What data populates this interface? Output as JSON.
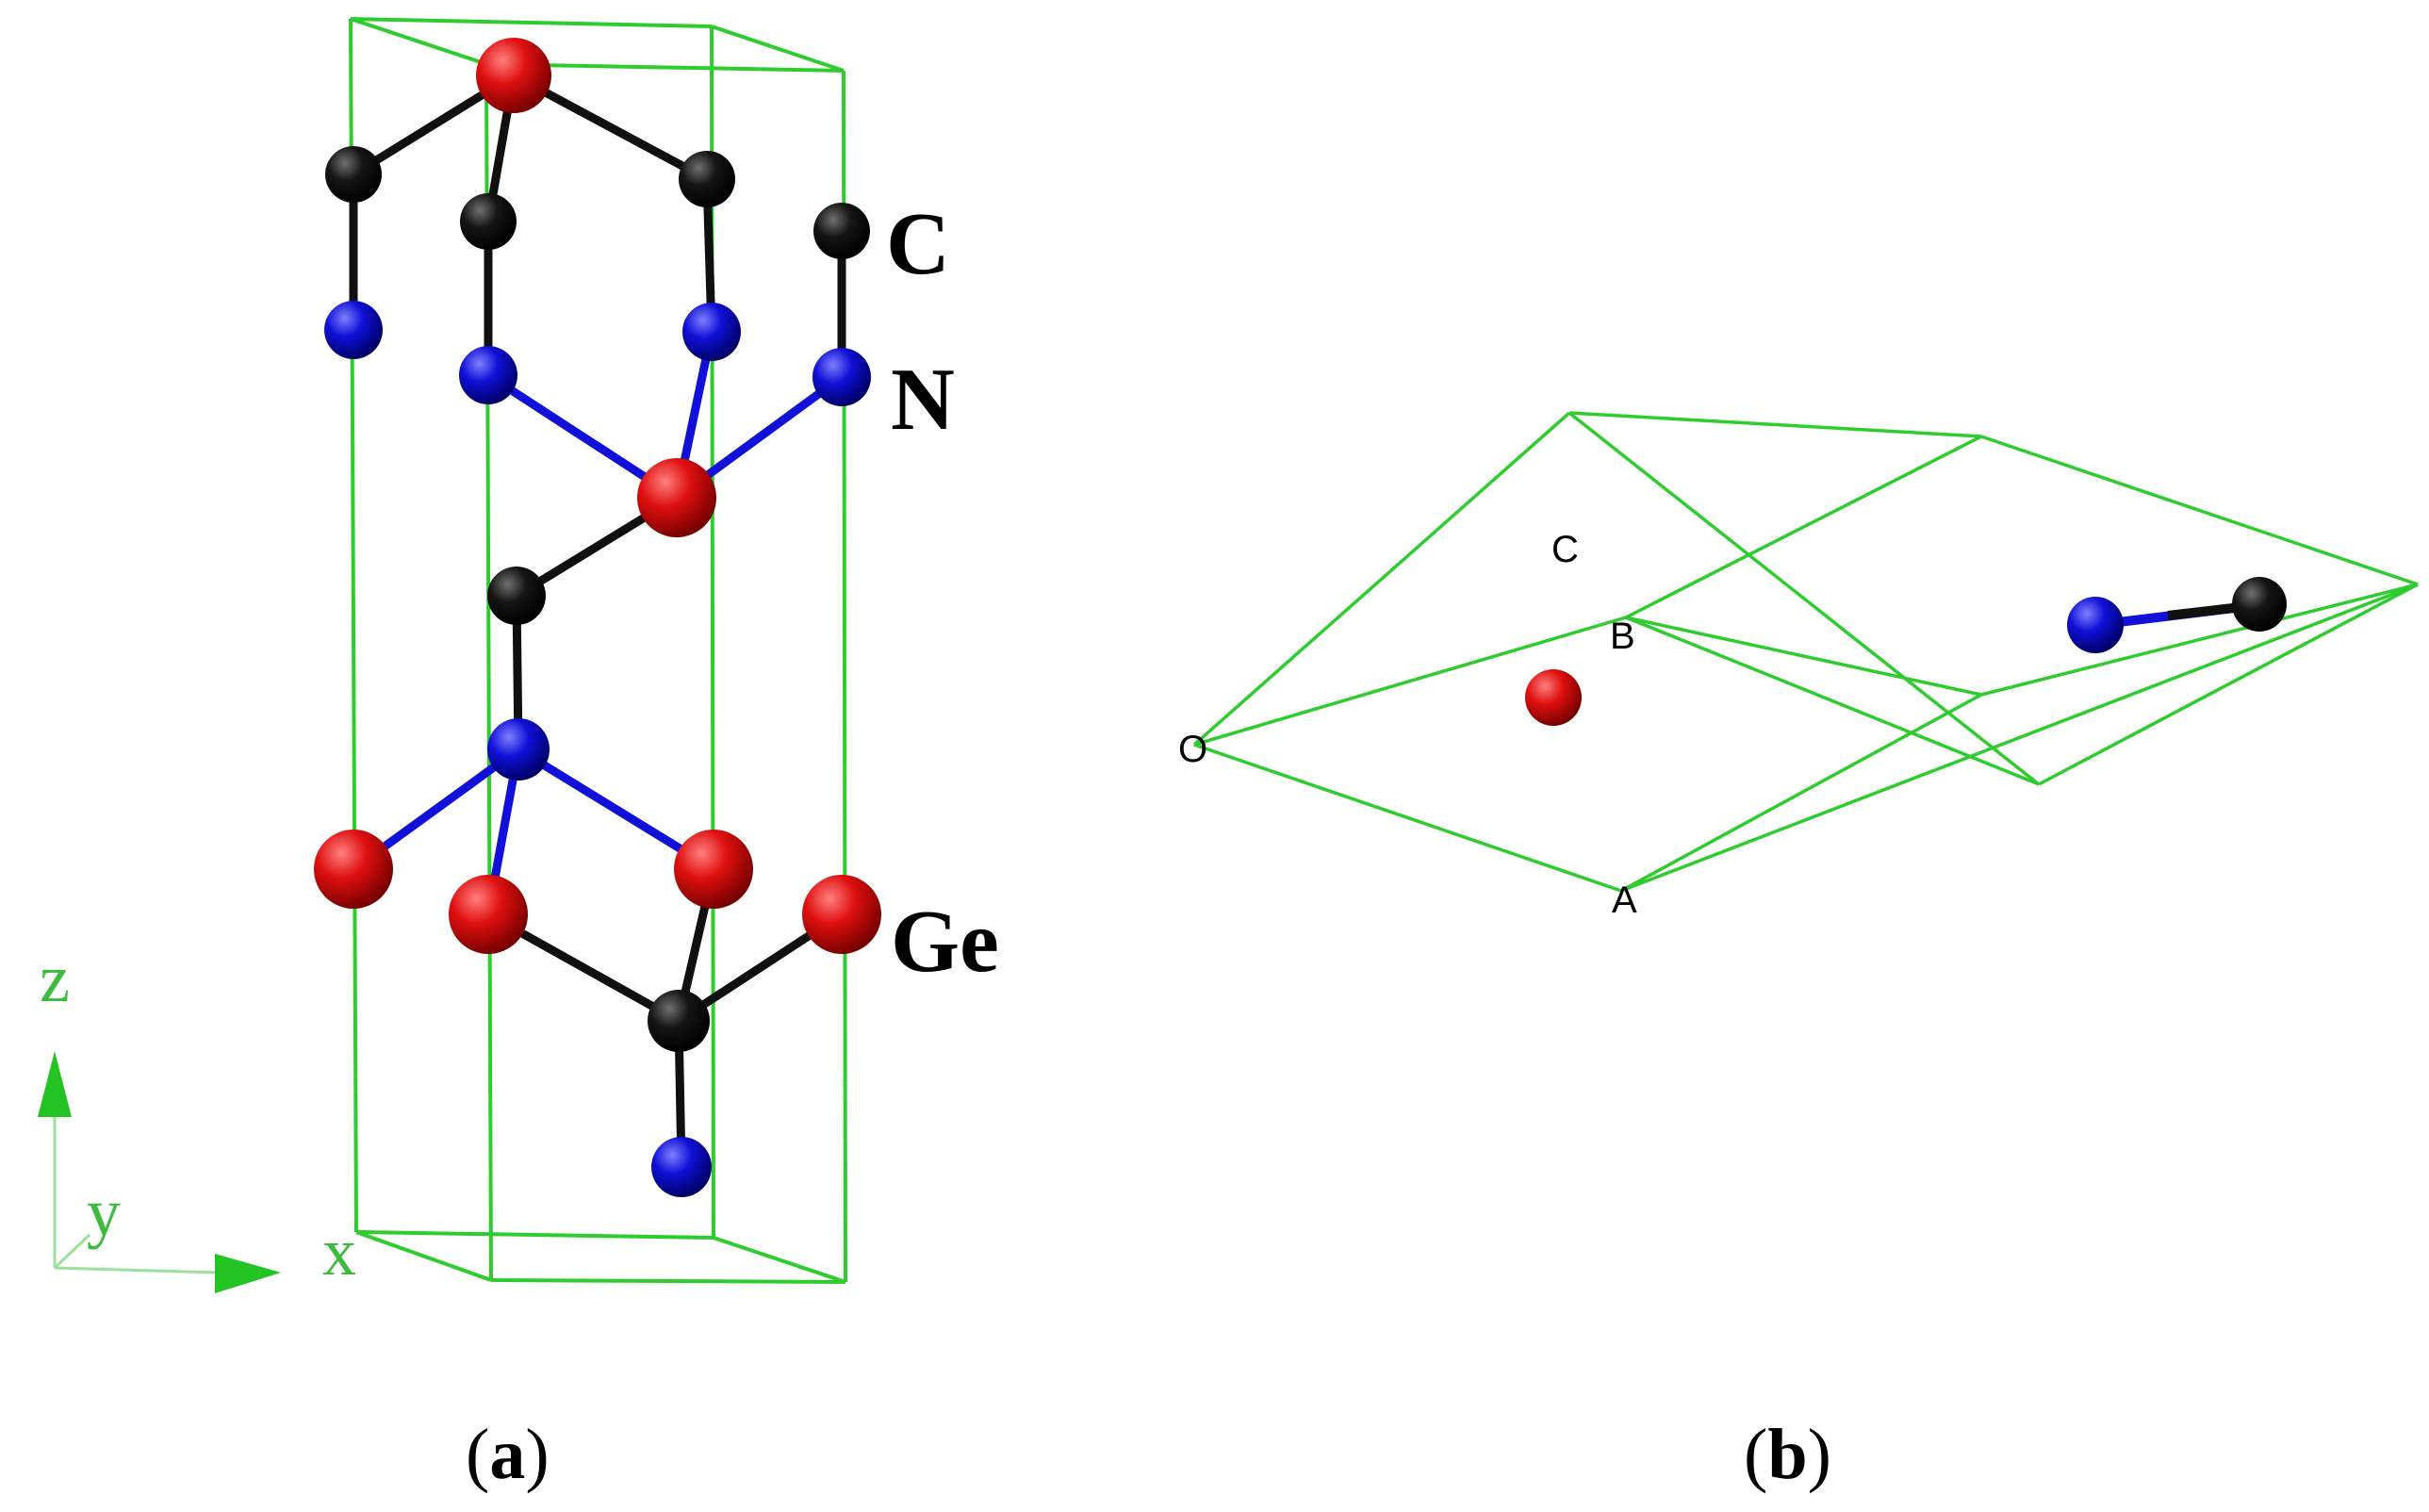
{
  "panels": [
    {
      "id": "a",
      "label_open": "(",
      "label_letter": "a",
      "label_close": ")",
      "element_labels": [
        "C",
        "N",
        "Ge"
      ],
      "axes": {
        "z": "z",
        "y": "y",
        "x": "x"
      }
    },
    {
      "id": "b",
      "label_open": "(",
      "label_letter": "b",
      "label_close": ")",
      "vertex_labels": {
        "C": "C",
        "B": "B",
        "O": "O",
        "A": "A"
      }
    }
  ],
  "colors": {
    "cell": "#2ecc2e",
    "axis_arrow": "#22c322",
    "axis_text": "#3dbb3d",
    "ge": "#e01010",
    "c": "#101010",
    "n": "#1010d8"
  }
}
